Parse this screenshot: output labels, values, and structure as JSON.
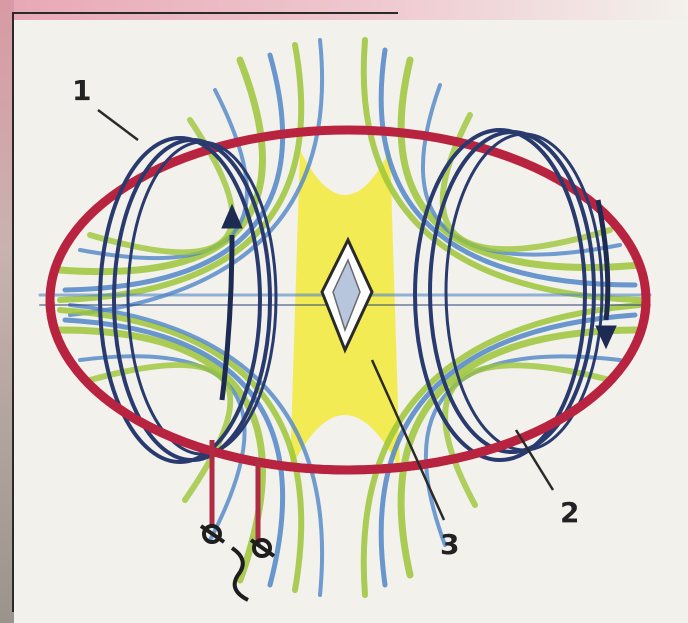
{
  "labels": {
    "one": "1",
    "two": "2",
    "three": "3"
  },
  "colors": {
    "ring": "#b8243f",
    "coil": "#283a6e",
    "field_blue": "#4f86c8",
    "field_green": "#9cc53a",
    "field_yellow": "#f2ea3a",
    "wire": "#b02c44"
  }
}
